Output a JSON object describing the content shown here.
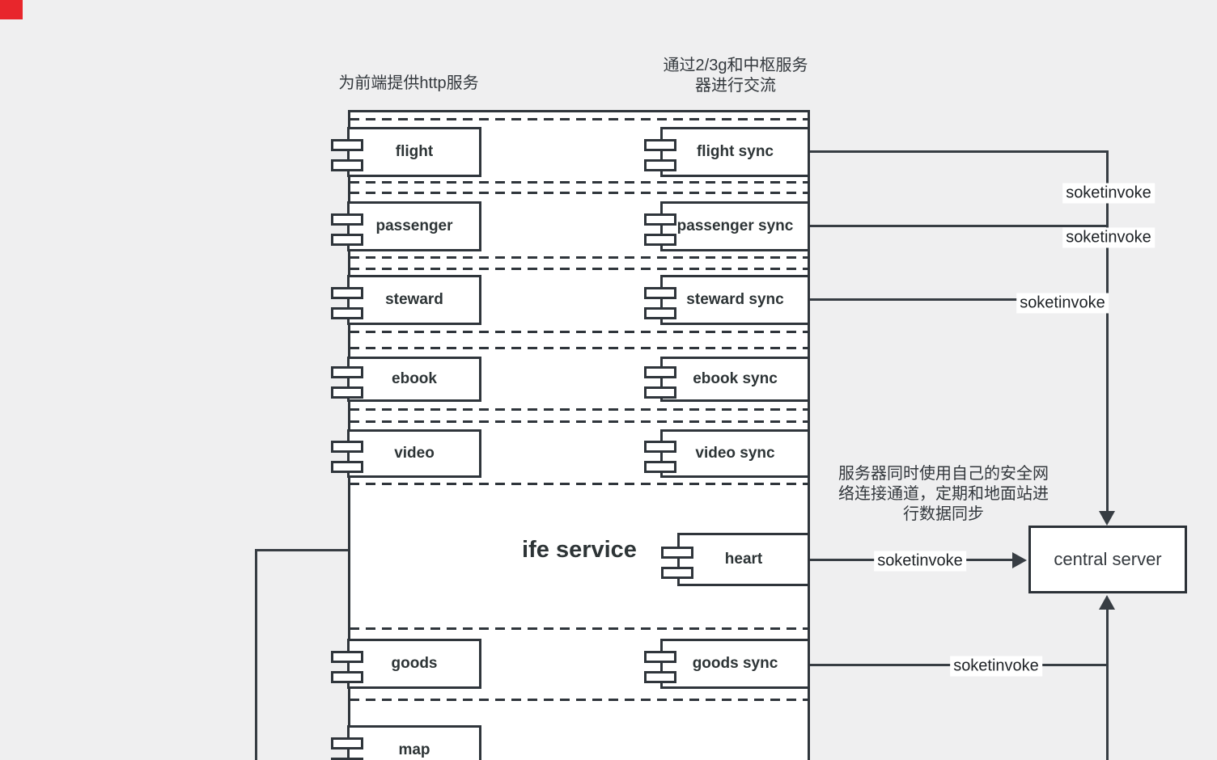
{
  "annotations": {
    "frontend_http": "为前端提供http服务",
    "comm_via_23g": "通过2/3g和中枢服务\n器进行交流",
    "secure_sync_note": "服务器同时使用自己的安全网\n络连接通道，定期和地面站进\n行数据同步"
  },
  "container": {
    "label": "ife service"
  },
  "components": {
    "flight": "flight",
    "flight_sync": "flight sync",
    "passenger": "passenger",
    "passenger_sync": "passenger sync",
    "steward": "steward",
    "steward_sync": "steward sync",
    "ebook": "ebook",
    "ebook_sync": "ebook sync",
    "video": "video",
    "video_sync": "video sync",
    "heart": "heart",
    "goods": "goods",
    "goods_sync": "goods sync",
    "map": "map"
  },
  "external": {
    "central_server": "central server"
  },
  "connections": {
    "flight_sync_to_central": {
      "label": "soketinvoke"
    },
    "passenger_sync_to_central": {
      "label": "soketinvoke"
    },
    "steward_sync_to_central": {
      "label": "soketinvoke"
    },
    "heart_to_central": {
      "label": "soketinvoke"
    },
    "goods_sync_to_central": {
      "label": "soketinvoke"
    }
  },
  "colors": {
    "background": "#efeff0",
    "stroke": "#2f353b",
    "node_fill": "#ffffff",
    "red_marker": "#e8262c",
    "text": "#2d3436"
  }
}
